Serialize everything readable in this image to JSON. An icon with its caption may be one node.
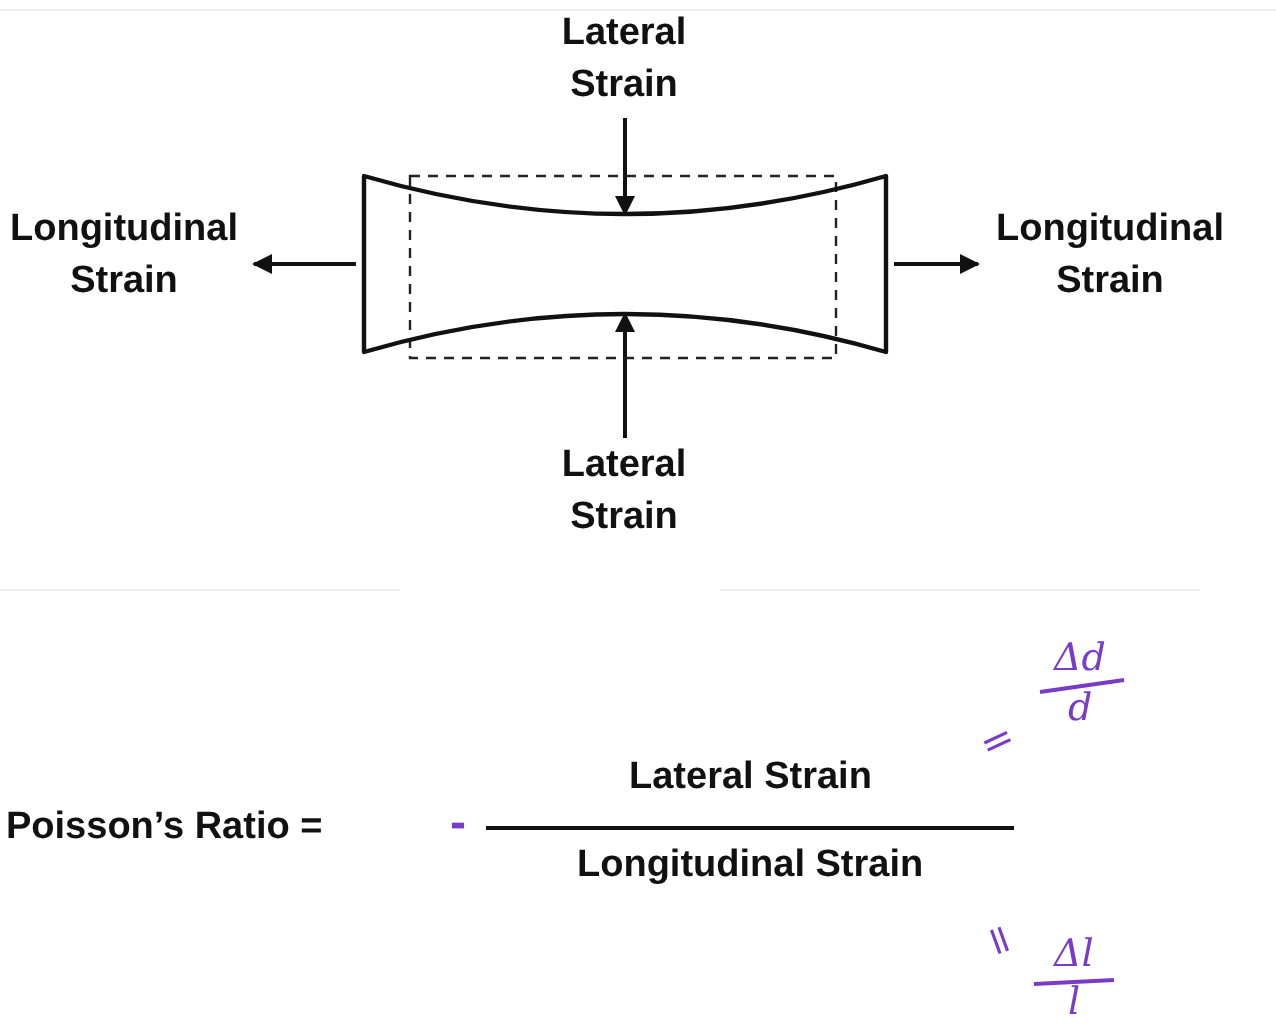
{
  "diagram": {
    "nodes": [
      {
        "text": [
          "Lateral Strain"
        ]
      },
      {
        "text": [
          "Longitudinal Strain"
        ]
      },
      {
        "text": [],
        "shape": "bar"
      },
      {
        "text": [
          "Longitudinal Strain"
        ]
      },
      {
        "text": [
          "Lateral Strain"
        ]
      }
    ],
    "edges": [
      {
        "from": 0,
        "to": 2,
        "arrow": "to"
      },
      {
        "from": 4,
        "to": 2,
        "arrow": "to"
      },
      {
        "from": 2,
        "to": 1,
        "arrow": "to"
      },
      {
        "from": 2,
        "to": 3,
        "arrow": "to"
      }
    ],
    "labels": [
      "Poisson’s Ratio =",
      "-",
      "Lateral Strain",
      "Longitudinal Strain",
      "=",
      "Δd",
      "d",
      "=",
      "Δl",
      "l"
    ]
  }
}
